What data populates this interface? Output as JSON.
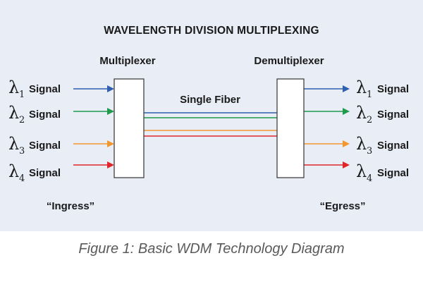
{
  "title": "WAVELENGTH DIVISION MULTIPLEXING",
  "multiplexer_label": "Multiplexer",
  "demultiplexer_label": "Demultiplexer",
  "fiber_label": "Single Fiber",
  "ingress_label": "“Ingress”",
  "egress_label": "“Egress”",
  "caption": "Figure 1: Basic WDM Technology Diagram",
  "lambda_symbol": "λ",
  "signal_word": "Signal",
  "signals": [
    {
      "index": "1",
      "color": "#2f5fb0"
    },
    {
      "index": "2",
      "color": "#1f9a4a"
    },
    {
      "index": "3",
      "color": "#f2962e"
    },
    {
      "index": "4",
      "color": "#e0262a"
    }
  ]
}
